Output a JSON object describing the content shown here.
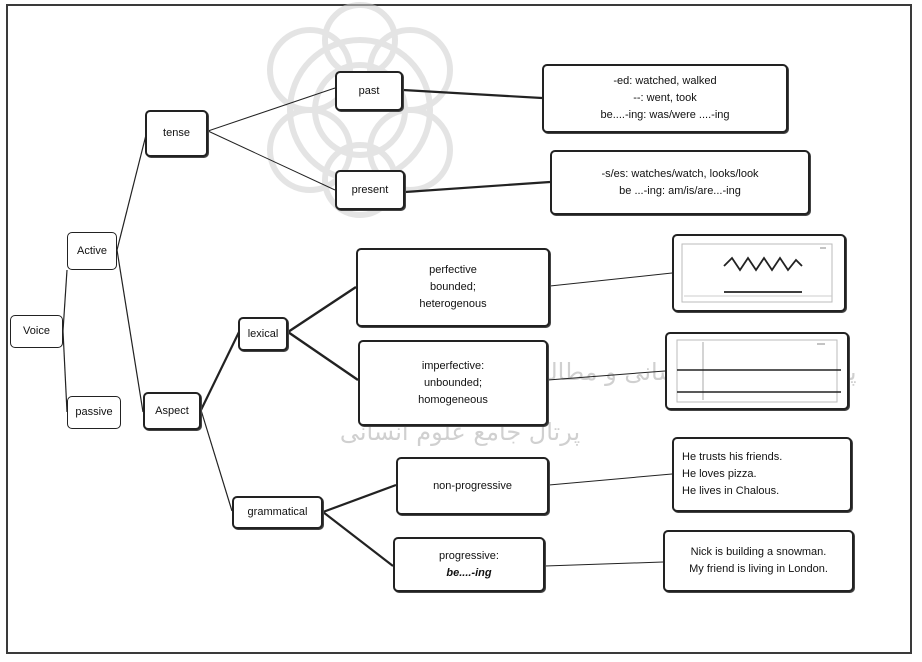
{
  "root": {
    "label": "Voice"
  },
  "voice_types": {
    "active": "Active",
    "passive": "passive"
  },
  "tense": {
    "label": "tense",
    "past": {
      "label": "past",
      "forms": [
        "-ed: watched, walked",
        "--: went, took",
        "be....-ing: was/were ....-ing"
      ]
    },
    "present": {
      "label": "present",
      "forms": [
        "-s/es: watches/watch, looks/look",
        "be ...-ing: am/is/are...-ing"
      ]
    }
  },
  "aspect": {
    "label": "Aspect",
    "lexical": {
      "label": "lexical",
      "perfective": [
        "perfective",
        "bounded;",
        "heterogenous"
      ],
      "imperfective": [
        "imperfective:",
        "unbounded;",
        "homogeneous"
      ]
    },
    "grammatical": {
      "label": "grammatical",
      "non_progressive": {
        "label": "non-progressive",
        "examples": [
          "He trusts his friends.",
          "He loves pizza.",
          "He lives in Chalous."
        ]
      },
      "progressive": {
        "label": "progressive:",
        "form": "be....-ing",
        "examples": [
          "Nick is building a snowman.",
          "My friend is living in London."
        ]
      }
    }
  },
  "illustrations": {
    "bounded": "zigzag-line-diagram",
    "unbounded": "parallel-lines-diagram"
  },
  "watermark_text": [
    "پژوهشگاه علوم انسانی و مطالعات فرهنگی",
    "پرتال جامع علوم انسانی"
  ]
}
